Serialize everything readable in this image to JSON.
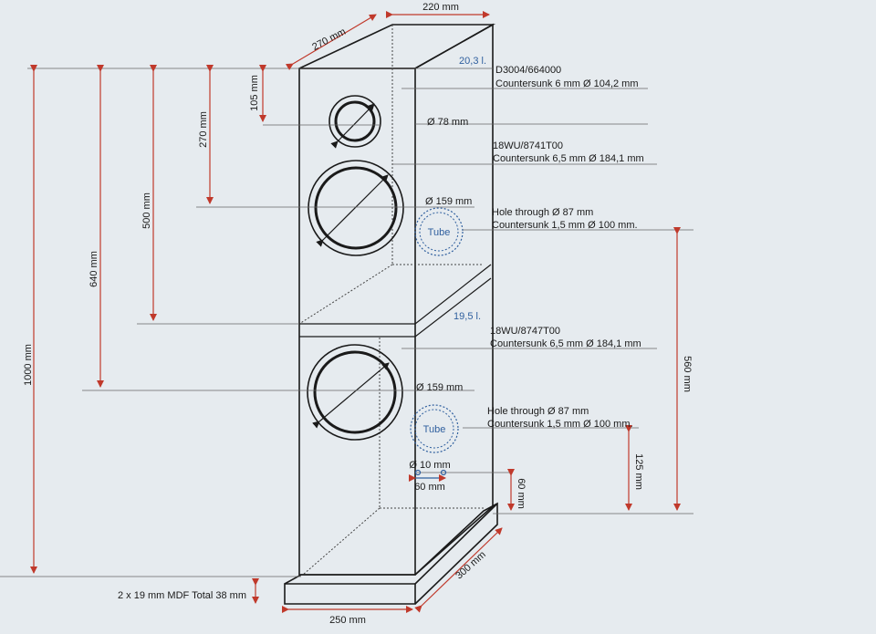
{
  "dimensions": {
    "top_depth": "270 mm",
    "top_width": "220 mm",
    "h_105": "105 mm",
    "h_270": "270 mm",
    "h_500": "500 mm",
    "h_640": "640 mm",
    "h_1000": "1000 mm",
    "h_560": "560 mm",
    "h_125": "125 mm",
    "h_60": "60 mm",
    "w_60": "60 mm",
    "d_10": "Ø 10 mm",
    "base_depth": "300 mm",
    "base_width": "250 mm",
    "mdf": "2 x 19 mm MDF Total 38 mm"
  },
  "volumes": {
    "upper": "20,3 l.",
    "lower": "19,5 l."
  },
  "tweeter": {
    "model": "D3004/664000",
    "countersink": "Countersunk 6 mm Ø 104,2 mm",
    "hole": "Ø 78 mm"
  },
  "woofer_upper": {
    "model": "18WU/8741T00",
    "countersink": "Countersunk 6,5 mm Ø 184,1 mm",
    "hole": "Ø 159 mm"
  },
  "woofer_lower": {
    "model": "18WU/8747T00",
    "countersink": "Countersunk 6,5 mm Ø 184,1 mm",
    "hole": "Ø 159 mm"
  },
  "tube_upper": {
    "label": "Tube",
    "hole": "Hole through Ø 87 mm",
    "countersink": "Countersunk 1,5 mm Ø 100 mm."
  },
  "tube_lower": {
    "label": "Tube",
    "hole": "Hole through Ø 87 mm",
    "countersink": "Countersunk 1,5 mm Ø 100 mm."
  },
  "colors": {
    "ink": "#1a1a1a",
    "dim_red": "#c0392b",
    "blue": "#2f5f9e",
    "paper": "#e6ebef"
  }
}
